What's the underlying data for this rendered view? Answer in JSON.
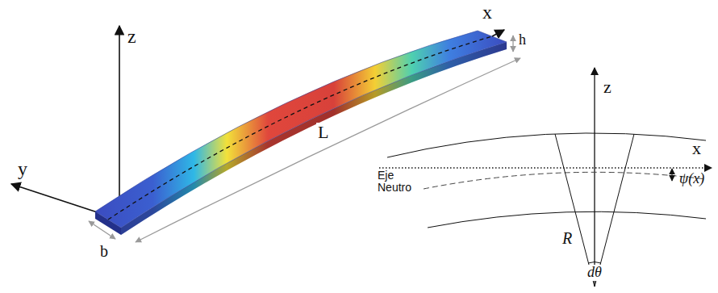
{
  "diagram": {
    "labels": [
      "z",
      "x",
      "h",
      "y",
      "L",
      "b",
      "z",
      "x",
      "Eje Neutro",
      "ψ(x)",
      "R",
      "dθ"
    ]
  }
}
